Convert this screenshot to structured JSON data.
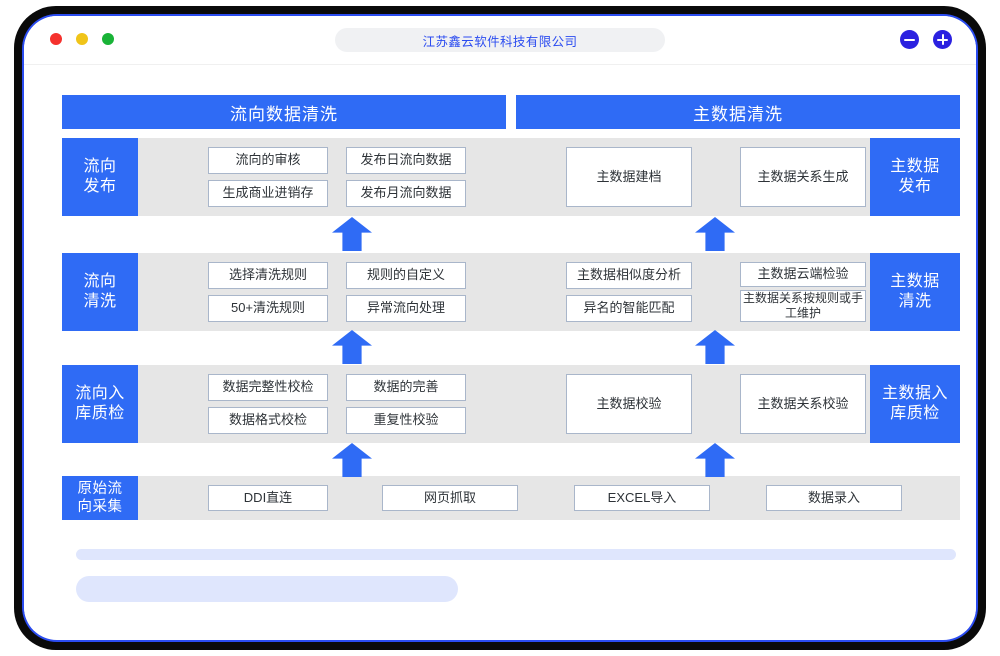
{
  "window": {
    "title": "江苏鑫云软件科技有限公司",
    "dots": [
      "red-dot",
      "yellow-dot",
      "green-dot"
    ],
    "controls": [
      {
        "name": "zoom-out-button",
        "glyph": "minus"
      },
      {
        "name": "zoom-in-button",
        "glyph": "plus"
      }
    ]
  },
  "colors": {
    "accent_blue": "#2f6bf5",
    "band_gray": "#e6e6e6",
    "cell_border": "#a9b6ca",
    "placeholder_blue": "#dfe6fd",
    "title_text": "#2b4cf0"
  },
  "tabs": [
    {
      "label": "流向数据清洗"
    },
    {
      "label": "主数据清洗"
    }
  ],
  "rows": [
    {
      "left_label": "流向\n发布",
      "left_label_l1": "流向",
      "left_label_l2": "发布",
      "right_label_l1": "主数据",
      "right_label_l2": "发布",
      "left_cells": [
        "流向的审核",
        "生成商业进销存",
        "发布日流向数据",
        "发布月流向数据"
      ],
      "right_cells": [
        "主数据建档",
        "主数据关系生成"
      ]
    },
    {
      "left_label_l1": "流向",
      "left_label_l2": "清洗",
      "right_label_l1": "主数据",
      "right_label_l2": "清洗",
      "left_cells": [
        "选择清洗规则",
        "50+清洗规则",
        "规则的自定义",
        "异常流向处理"
      ],
      "right_cells": [
        "主数据相似度分析",
        "异名的智能匹配",
        "主数据云端检验",
        "主数据关系按规则或手工维护"
      ]
    },
    {
      "left_label_l1": "流向入",
      "left_label_l2": "库质检",
      "right_label_l1": "主数据入",
      "right_label_l2": "库质检",
      "left_cells": [
        "数据完整性校检",
        "数据格式校检",
        "数据的完善",
        "重复性校验"
      ],
      "right_cells": [
        "主数据校验",
        "主数据关系校验"
      ]
    },
    {
      "left_label_l1": "原始流",
      "left_label_l2": "向采集",
      "source_cells": [
        "DDI直连",
        "网页抓取",
        "EXCEL导入",
        "数据录入"
      ]
    }
  ],
  "arrows": {
    "count": 6,
    "direction": "up"
  }
}
